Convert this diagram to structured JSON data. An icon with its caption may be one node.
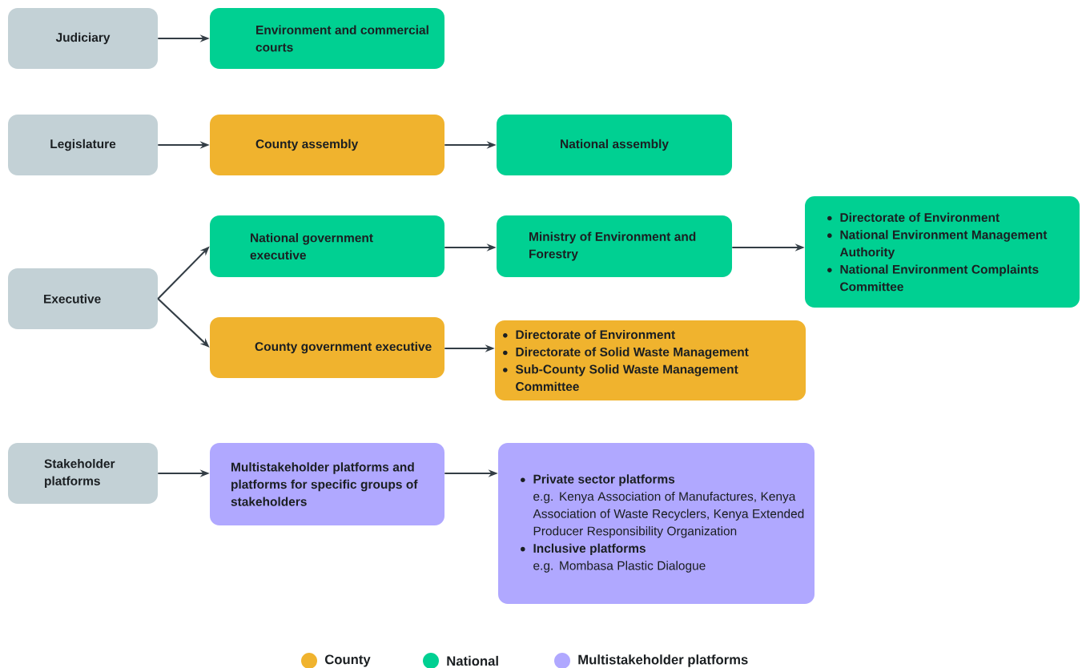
{
  "diagram": {
    "nodes": [
      {
        "text": [
          "Judiciary"
        ]
      },
      {
        "text": [
          "Environment and commercial courts"
        ]
      },
      {
        "text": [
          "Legislature"
        ]
      },
      {
        "text": [
          "County assembly"
        ]
      },
      {
        "text": [
          "National assembly"
        ]
      },
      {
        "text": [
          "Executive"
        ]
      },
      {
        "text": [
          "National government executive"
        ]
      },
      {
        "text": [
          "Ministry of Environment and Forestry"
        ]
      },
      {
        "text": [
          "Directorate of Environment",
          "National Environment Management Authority",
          "National Environment Complaints Committee"
        ]
      },
      {
        "text": [
          "County government executive"
        ]
      },
      {
        "text": [
          "Directorate of Environment",
          "Directorate of Solid Waste Management",
          "Sub-County Solid Waste Management Committee"
        ]
      },
      {
        "text": [
          "Stakeholder platforms"
        ]
      },
      {
        "text": [
          "Multistakeholder platforms and platforms for specific groups of stakeholders"
        ]
      },
      {
        "text": [
          "Private sector platforms",
          "e.g. Kenya Association of Manufactures, Kenya Association of Waste Recyclers, Kenya Extended Producer Responsibility Organization",
          "Inclusive platforms",
          "e.g. Mombasa Plastic Dialogue"
        ]
      }
    ],
    "edges": [
      {
        "from": 0,
        "to": 1,
        "arrow": "to"
      },
      {
        "from": 2,
        "to": 3,
        "arrow": "to"
      },
      {
        "from": 3,
        "to": 4,
        "arrow": "to"
      },
      {
        "from": 5,
        "to": 6,
        "arrow": "to"
      },
      {
        "from": 5,
        "to": 9,
        "arrow": "to"
      },
      {
        "from": 6,
        "to": 7,
        "arrow": "to"
      },
      {
        "from": 7,
        "to": 8,
        "arrow": "to"
      },
      {
        "from": 9,
        "to": 10,
        "arrow": "to"
      },
      {
        "from": 11,
        "to": 12,
        "arrow": "to"
      },
      {
        "from": 12,
        "to": 13,
        "arrow": "to"
      }
    ],
    "legend": [
      {
        "text": "County",
        "color": "#f0b32e"
      },
      {
        "text": "National",
        "color": "#00d092"
      },
      {
        "text": "Multistakeholder platforms",
        "color": "#b0a8ff"
      }
    ]
  }
}
